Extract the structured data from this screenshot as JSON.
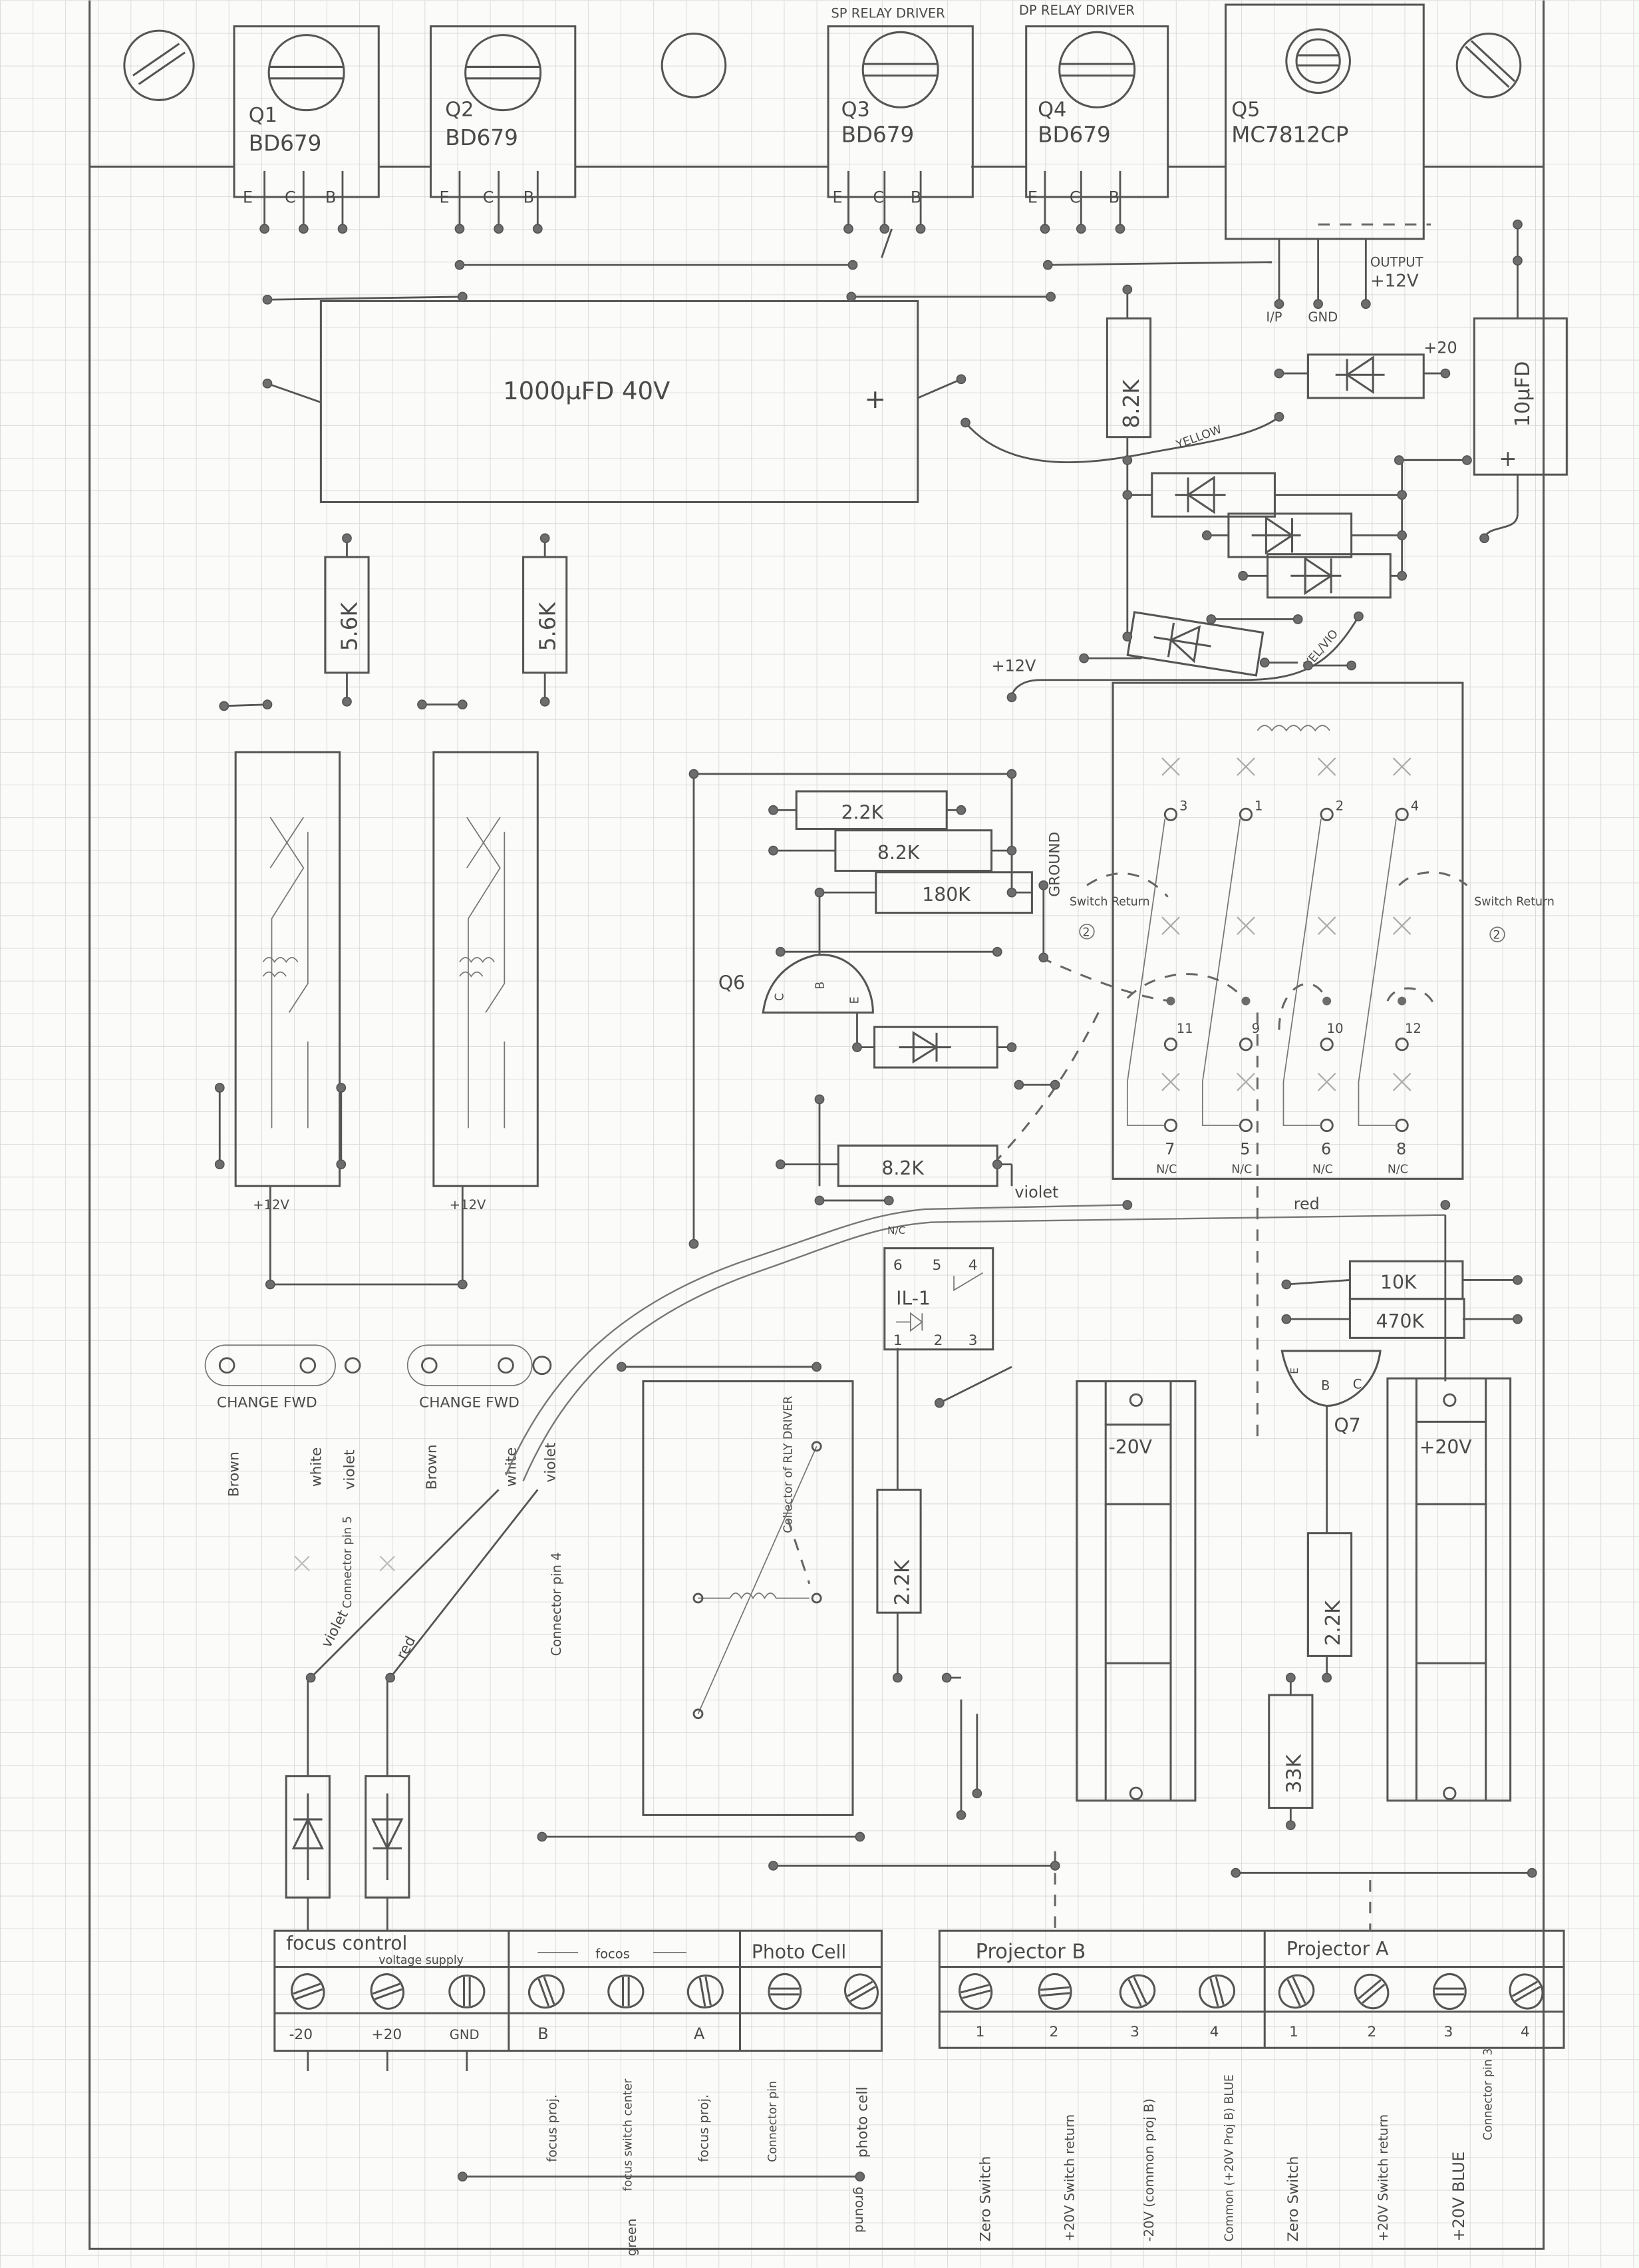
{
  "mounting": {
    "sp_caption": "SP RELAY DRIVER",
    "dp_caption": "DP RELAY DRIVER"
  },
  "transistors": [
    {
      "id": "Q1",
      "part": "BD679",
      "pins": [
        "E",
        "C",
        "B"
      ]
    },
    {
      "id": "Q2",
      "part": "BD679",
      "pins": [
        "E",
        "C",
        "B"
      ]
    },
    {
      "id": "Q3",
      "part": "BD679",
      "pins": [
        "E",
        "C",
        "B"
      ]
    },
    {
      "id": "Q4",
      "part": "BD679",
      "pins": [
        "E",
        "C",
        "B"
      ]
    }
  ],
  "regulator": {
    "id": "Q5",
    "part": "MC7812CP",
    "pin_in": "I/P",
    "pin_gnd": "GND",
    "output_label": "OUTPUT",
    "output_voltage": "+12V"
  },
  "capacitors": {
    "main": "1000µFD 40V",
    "main_plus": "+",
    "small": "10µFD",
    "small_plus": "+"
  },
  "resistors": {
    "r_82k_top": "8.2K",
    "r_56k_a": "5.6K",
    "r_56k_b": "5.6K",
    "r_22k": "2.2K",
    "r_82k_mid": "8.2K",
    "r_180k": "180K",
    "r_82k_low": "8.2K",
    "r_10k": "10K",
    "r_470k": "470K",
    "r_22k_q7": "2.2K",
    "r_33k": "33K",
    "r_22k_relay": "2.2K"
  },
  "wire_labels": {
    "yellow": "YELLOW",
    "yel_vio": "YEL/VIO",
    "plus20": "+20",
    "plus12v": "+12V",
    "violet": "violet",
    "red": "red",
    "ground": "GROUND",
    "switch_return_left": "Switch Return",
    "switch_return_right": "Switch Return",
    "circled_2": "2"
  },
  "relay_main": {
    "top_pins": [
      "3",
      "1",
      "2",
      "4"
    ],
    "mid_pins": [
      "11",
      "9",
      "10",
      "12"
    ],
    "bottom_pins": [
      "7",
      "5",
      "6",
      "8"
    ],
    "nc": "N/C"
  },
  "q6": {
    "id": "Q6",
    "pins": [
      "C",
      "B",
      "E"
    ]
  },
  "q7": {
    "id": "Q7",
    "pins": [
      "E",
      "B",
      "C"
    ]
  },
  "optocoupler": {
    "id": "IL-1",
    "nc": "N/C",
    "top_pins": [
      "6",
      "5",
      "4"
    ],
    "bottom_pins": [
      "1",
      "2",
      "3"
    ]
  },
  "side_relays": {
    "left_supply": "+12V",
    "right_supply": "+12V",
    "left_switch": "CHANGE FWD",
    "right_switch": "CHANGE FWD"
  },
  "vertical_labels": {
    "brown_1": "Brown",
    "white_1": "white",
    "connector_pins_5": "Connector pin 5",
    "violet_1": "violet",
    "brown_2": "Brown",
    "white_2": "white",
    "violet_2": "violet",
    "violet_3": "violet",
    "red_1": "red",
    "connector_pin_4": "Connector pin 4",
    "collector": "Collector of RLY DRIVER"
  },
  "supplies": {
    "neg": "-20V",
    "pos": "+20V"
  },
  "terminal_left": {
    "focus_title": "focus control",
    "focus_subtitle": "voltage supply",
    "focos_title": "focos",
    "photocell_title": "Photo Cell",
    "labels": [
      "-20",
      "+20",
      "GND",
      "B",
      "A"
    ]
  },
  "terminal_right": {
    "proj_b_title": "Projector B",
    "proj_a_title": "Projector A",
    "b_labels": [
      "1",
      "2",
      "3",
      "4"
    ],
    "a_labels": [
      "1",
      "2",
      "3",
      "4"
    ]
  },
  "bottom_labels": {
    "focus_proj_b": "focus proj.",
    "focus_switch_center": "focus switch center",
    "focus_proj_a": "focus proj.",
    "connector_pin": "Connector pin",
    "photo_cell": "photo cell",
    "green": "green",
    "ground": "ground",
    "b1": "Zero Switch",
    "b2": "+20V Switch return",
    "b3": "-20V (common proj B)",
    "b4": "Common (+20V Proj B) BLUE",
    "a1": "Zero Switch",
    "a2": "+20V Switch return",
    "a3": "+20V BLUE",
    "a4": "Connector pin 3"
  }
}
